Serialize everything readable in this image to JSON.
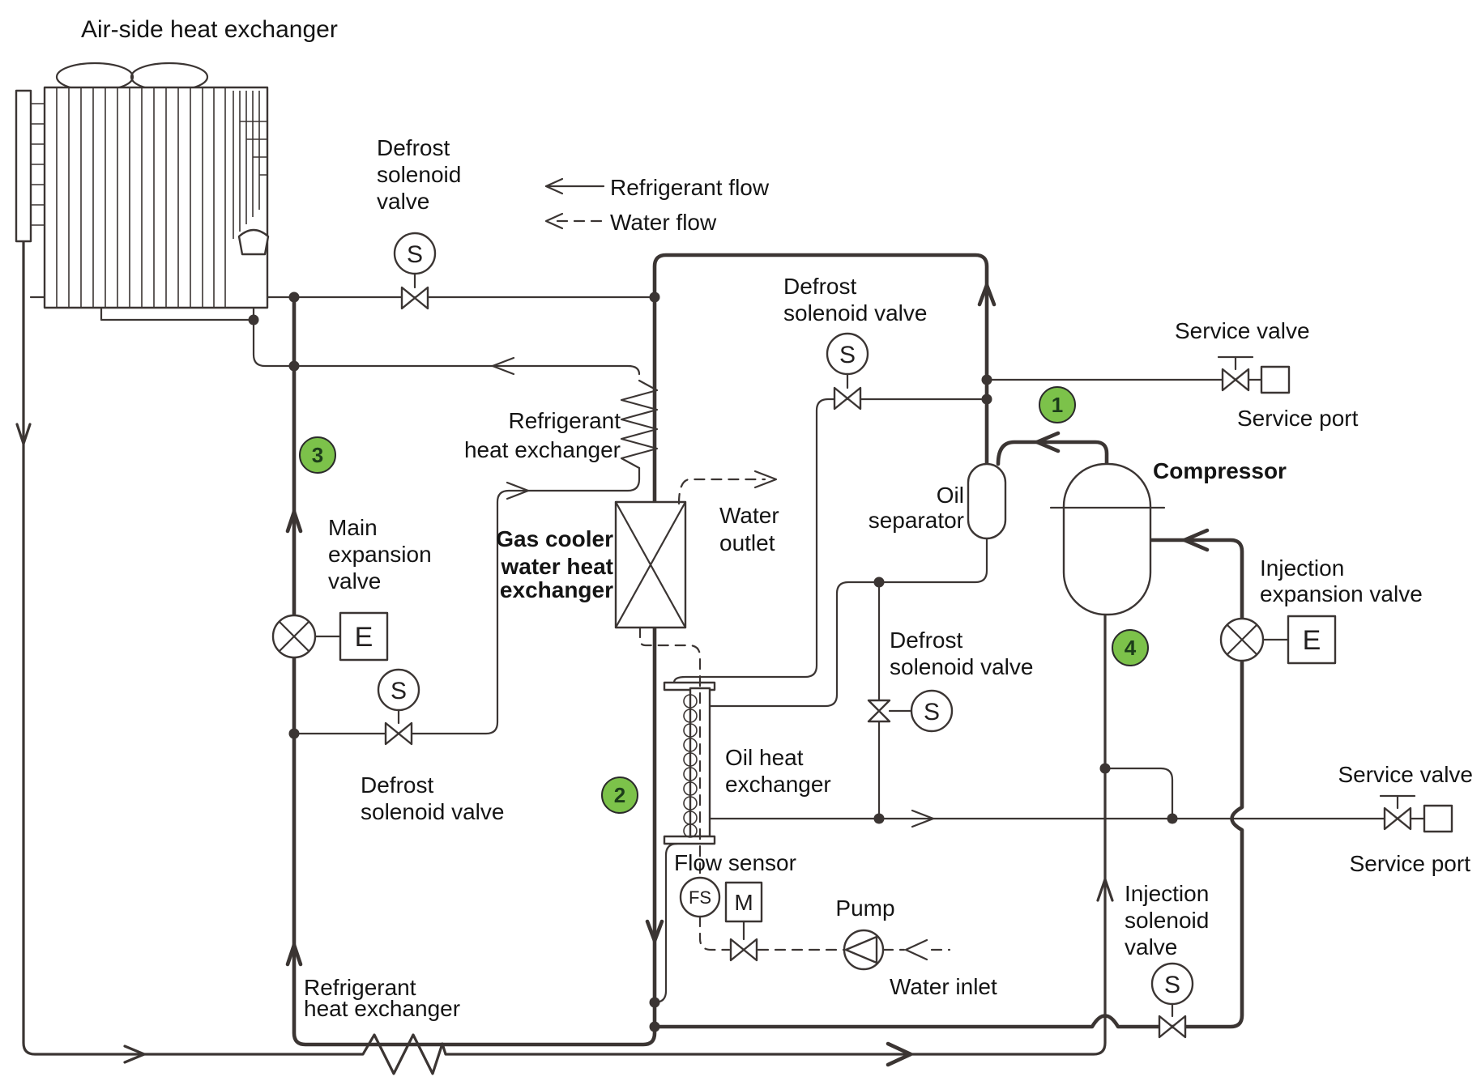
{
  "title": "Heat pump refrigerant and water circuit diagram",
  "colors": {
    "line": "#3b3533",
    "injection_orange": "#f0a43e",
    "marker_green": "#7cc24a",
    "marker_num": "#1c3d1a"
  },
  "legend": {
    "refrigerant_flow": "Refrigerant flow",
    "water_flow": "Water flow"
  },
  "labels": {
    "air_hx": "Air-side heat exchanger",
    "defrost_sv_top": [
      "Defrost",
      "solenoid",
      "valve"
    ],
    "defrost_sv_mid": [
      "Defrost",
      "solenoid valve"
    ],
    "refrigerant_hx_top": [
      "Refrigerant",
      "heat exchanger"
    ],
    "gas_cooler": [
      "Gas cooler",
      "water heat",
      "exchanger"
    ],
    "water_outlet": [
      "Water",
      "outlet"
    ],
    "oil_separator": [
      "Oil",
      "separator"
    ],
    "compressor": "Compressor",
    "service_valve_top": "Service valve",
    "service_port_top": "Service port",
    "injection_exp_valve": [
      "Injection",
      "expansion valve"
    ],
    "main_exp_valve": [
      "Main",
      "expansion",
      "valve"
    ],
    "defrost_sv_left": [
      "Defrost",
      "solenoid valve"
    ],
    "defrost_sv_right": [
      "Defrost",
      "solenoid valve"
    ],
    "oil_hx": [
      "Oil heat",
      "exchanger"
    ],
    "flow_sensor": "Flow sensor",
    "pump": "Pump",
    "water_inlet": "Water inlet",
    "injection_sv": [
      "Injection",
      "solenoid",
      "valve"
    ],
    "service_valve_bottom": "Service valve",
    "service_port_bottom": "Service port",
    "refrigerant_hx_bottom": [
      "Refrigerant",
      "heat exchanger"
    ]
  },
  "markers": {
    "m1": "1",
    "m2": "2",
    "m3": "3",
    "m4": "4"
  },
  "symbols": {
    "solenoid": "S",
    "expansion": "E",
    "flow_sensor": "FS",
    "motor": "M"
  }
}
